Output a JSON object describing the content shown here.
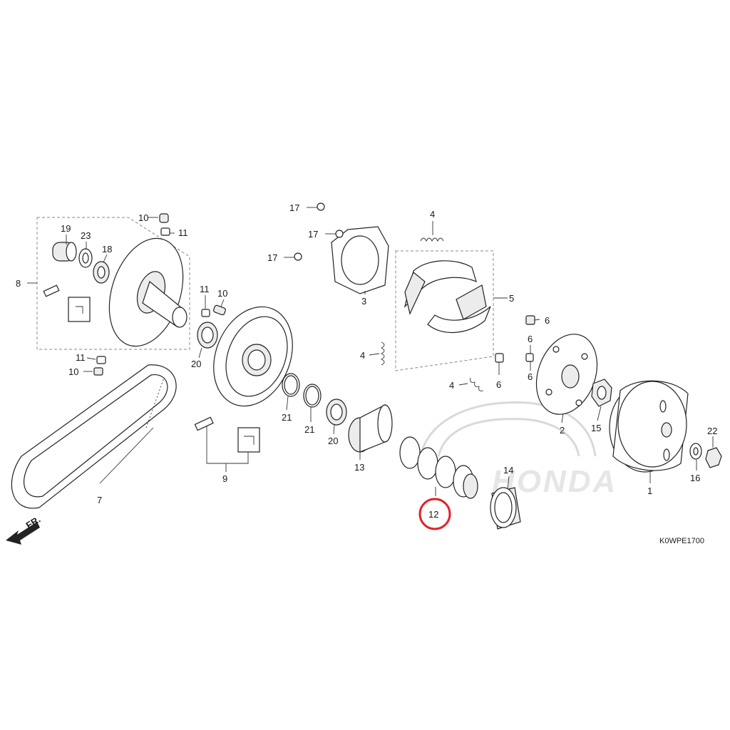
{
  "diagram": {
    "code": "K0WPE1700",
    "direction_label": "FR.",
    "highlight_color": "#e3222a",
    "watermark_text": "HONDA",
    "labels": {
      "l1": "1",
      "l2": "2",
      "l3": "3",
      "l4a": "4",
      "l4b": "4",
      "l4c": "4",
      "l5": "5",
      "l6a": "6",
      "l6b": "6",
      "l6c": "6",
      "l6d": "6",
      "l7": "7",
      "l8": "8",
      "l9": "9",
      "l10a": "10",
      "l10b": "10",
      "l10c": "10",
      "l11a": "11",
      "l11b": "11",
      "l11c": "11",
      "l12": "12",
      "l13": "13",
      "l14": "14",
      "l15": "15",
      "l16": "16",
      "l17a": "17",
      "l17b": "17",
      "l17c": "17",
      "l18": "18",
      "l19": "19",
      "l20a": "20",
      "l20b": "20",
      "l21a": "21",
      "l21b": "21",
      "l22": "22",
      "l23": "23"
    }
  }
}
